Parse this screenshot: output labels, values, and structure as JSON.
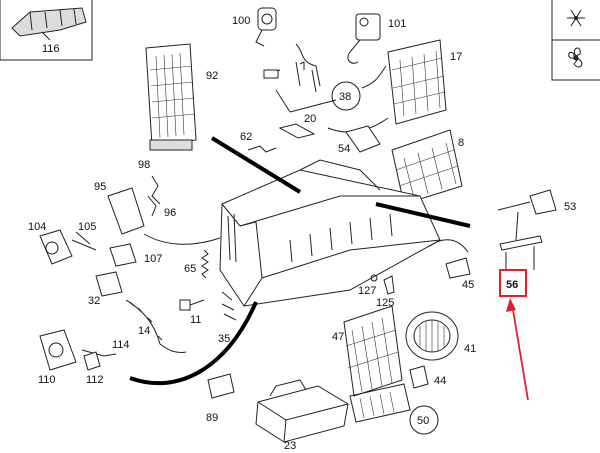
{
  "callouts": {
    "c116": "116",
    "c100": "100",
    "c101": "101",
    "c92": "92",
    "c17": "17",
    "c38": "38",
    "c20": "20",
    "c62": "62",
    "c54": "54",
    "c8": "8",
    "c98": "98",
    "c95": "95",
    "c96": "96",
    "c104": "104",
    "c105": "105",
    "c107": "107",
    "c65": "65",
    "c53": "53",
    "c56": "56",
    "c32": "32",
    "c127": "127",
    "c125": "125",
    "c45": "45",
    "c14": "14",
    "c11": "11",
    "c35": "35",
    "c47": "47",
    "c41": "41",
    "c110": "110",
    "c114": "114",
    "c112": "112",
    "c89": "89",
    "c44": "44",
    "c50": "50",
    "c23": "23"
  },
  "icons": {
    "legend_1": "snowflake-icon",
    "legend_2": "fan-icon"
  },
  "colors": {
    "highlight": "#e0202a",
    "ink": "#222222"
  }
}
